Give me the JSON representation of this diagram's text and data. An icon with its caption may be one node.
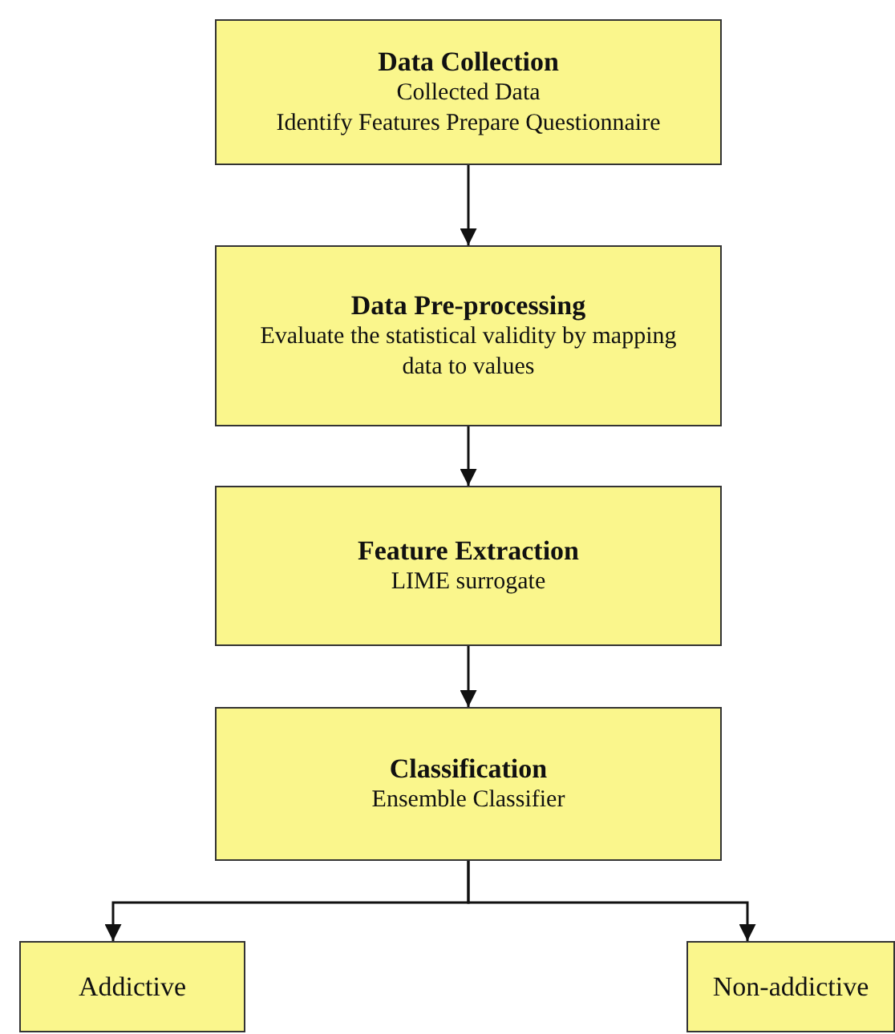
{
  "diagram": {
    "nodes": [
      {
        "text": [
          "Data Collection",
          "Collected Data",
          "Identify Features Prepare Questionnaire"
        ]
      },
      {
        "text": [
          "Data Pre-processing",
          "Evaluate the statistical validity by mapping data to values"
        ]
      },
      {
        "text": [
          "Feature Extraction",
          "LIME surrogate"
        ]
      },
      {
        "text": [
          "Classification",
          "Ensemble Classifier"
        ]
      },
      {
        "text": [
          "Addictive"
        ]
      },
      {
        "text": [
          "Non-addictive"
        ]
      }
    ],
    "edges": [
      {
        "from": 0,
        "to": 1,
        "arrow": "to"
      },
      {
        "from": 1,
        "to": 2,
        "arrow": "to"
      },
      {
        "from": 2,
        "to": 3,
        "arrow": "to"
      },
      {
        "from": 3,
        "to": 4,
        "arrow": "to"
      },
      {
        "from": 3,
        "to": 5,
        "arrow": "to"
      }
    ]
  }
}
